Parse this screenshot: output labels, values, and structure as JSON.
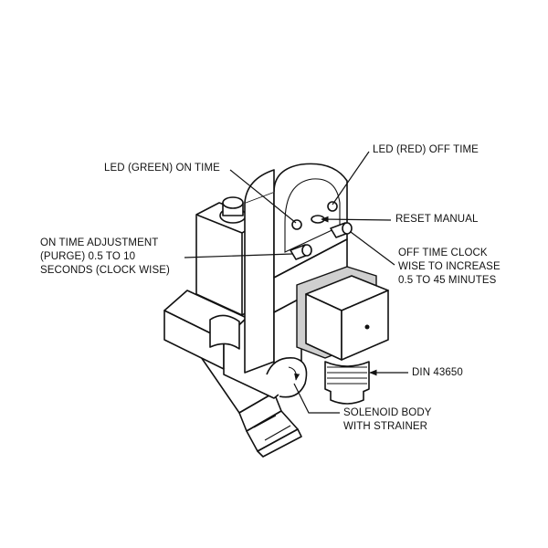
{
  "labels": {
    "led_green": [
      "LED (GREEN) ON TIME"
    ],
    "led_red": [
      "LED (RED) OFF TIME"
    ],
    "reset_manual": [
      "RESET MANUAL"
    ],
    "on_time_adjustment": [
      "ON TIME ADJUSTMENT",
      "(PURGE) 0.5 TO 10",
      "SECONDS (CLOCK WISE)"
    ],
    "off_time_clock": [
      "OFF TIME CLOCK",
      "WISE TO INCREASE",
      "0.5 TO 45 MINUTES"
    ],
    "din": [
      "DIN 43650"
    ],
    "solenoid_body": [
      "SOLENOID BODY",
      "WITH STRAINER"
    ]
  },
  "colors": {
    "line": "#111111",
    "background": "#ffffff",
    "shade": "#cfcfcf"
  }
}
